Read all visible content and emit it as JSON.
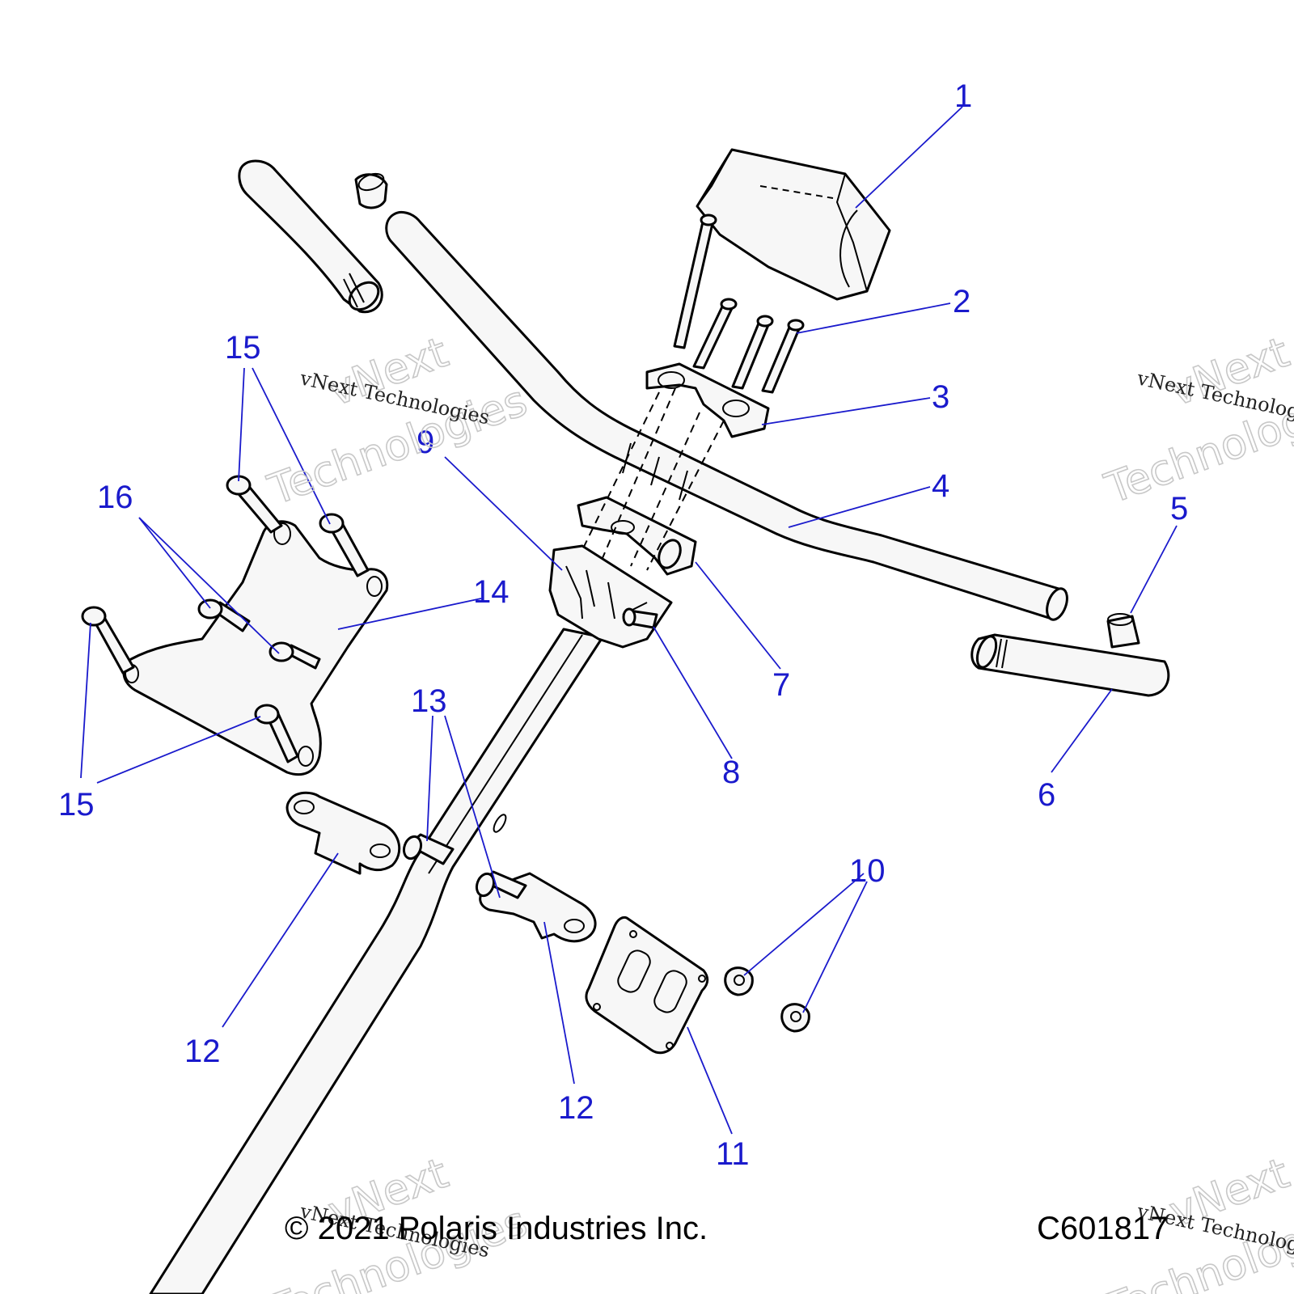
{
  "callouts": [
    {
      "id": "1",
      "label": "1"
    },
    {
      "id": "2",
      "label": "2"
    },
    {
      "id": "3",
      "label": "3"
    },
    {
      "id": "4",
      "label": "4"
    },
    {
      "id": "5",
      "label": "5"
    },
    {
      "id": "6",
      "label": "6"
    },
    {
      "id": "7",
      "label": "7"
    },
    {
      "id": "8",
      "label": "8"
    },
    {
      "id": "9",
      "label": "9"
    },
    {
      "id": "10",
      "label": "10"
    },
    {
      "id": "11",
      "label": "11"
    },
    {
      "id": "12a",
      "label": "12"
    },
    {
      "id": "12b",
      "label": "12"
    },
    {
      "id": "13",
      "label": "13"
    },
    {
      "id": "14",
      "label": "14"
    },
    {
      "id": "15a",
      "label": "15"
    },
    {
      "id": "15b",
      "label": "15"
    },
    {
      "id": "16",
      "label": "16"
    }
  ],
  "watermark": {
    "brand_line1": "vNext",
    "brand_line2": "Technologies",
    "caption": "vNext Technologies"
  },
  "footer": {
    "copyright": "© 2021 Polaris Industries Inc.",
    "figure_id": "C601817"
  }
}
